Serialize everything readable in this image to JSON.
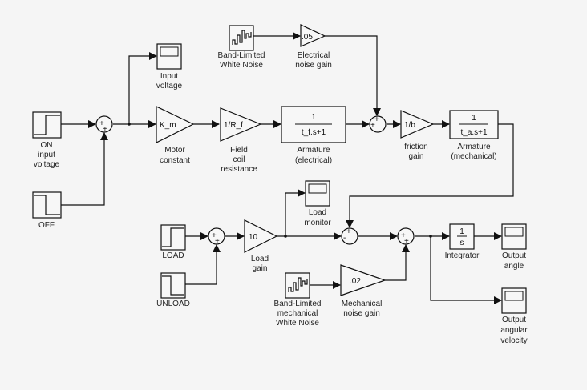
{
  "diagram": {
    "title": "DC motor Simulink model",
    "blocks": {
      "on_step": {
        "label": [
          "ON",
          "input",
          "voltage"
        ]
      },
      "off_step": {
        "label": [
          "OFF"
        ]
      },
      "input_scope": {
        "label": [
          "Input",
          "voltage"
        ]
      },
      "motor_gain": {
        "value": "K_m",
        "label": [
          "Motor",
          "constant"
        ]
      },
      "field_gain": {
        "value": "1/R_f",
        "label": [
          "Field",
          "coil",
          "resistance"
        ]
      },
      "armature_elec": {
        "numerator": "1",
        "denominator": "t_f.s+1",
        "label": [
          "Armature",
          "(electrical)"
        ]
      },
      "elec_noise": {
        "label": [
          "Band-Limited",
          "White Noise"
        ]
      },
      "elec_noise_gain": {
        "value": ".05",
        "label": [
          "Electrical",
          "noise gain"
        ]
      },
      "friction_gain": {
        "value": "1/b",
        "label": [
          "friction",
          "gain"
        ]
      },
      "armature_mech": {
        "numerator": "1",
        "denominator": "t_a.s+1",
        "label": [
          "Armature",
          "(mechanical)"
        ]
      },
      "load_step": {
        "label": [
          "LOAD"
        ]
      },
      "unload_step": {
        "label": [
          "UNLOAD"
        ]
      },
      "load_gain": {
        "value": "10",
        "label": [
          "Load",
          "gain"
        ]
      },
      "load_scope": {
        "label": [
          "Load",
          "monitor"
        ]
      },
      "mech_noise": {
        "label": [
          "Band-Limited",
          "mechanical",
          "White Noise"
        ]
      },
      "mech_noise_gain": {
        "value": ".02",
        "label": [
          "Mechanical",
          "noise gain"
        ]
      },
      "integrator": {
        "numerator": "1",
        "denominator": "s",
        "label": [
          "Integrator"
        ]
      },
      "angle_scope": {
        "label": [
          "Output",
          "angle"
        ]
      },
      "velocity_scope": {
        "label": [
          "Output",
          "angular",
          "velocity"
        ]
      }
    },
    "sums": {
      "sum_input": {
        "signs": [
          "+",
          "+"
        ]
      },
      "sum_elec": {
        "signs": [
          "+",
          "+"
        ]
      },
      "sum_load": {
        "signs": [
          "+",
          "+"
        ]
      },
      "sum_torque": {
        "signs": [
          "+",
          "-"
        ]
      },
      "sum_mech": {
        "signs": [
          "+",
          "+"
        ]
      }
    }
  }
}
